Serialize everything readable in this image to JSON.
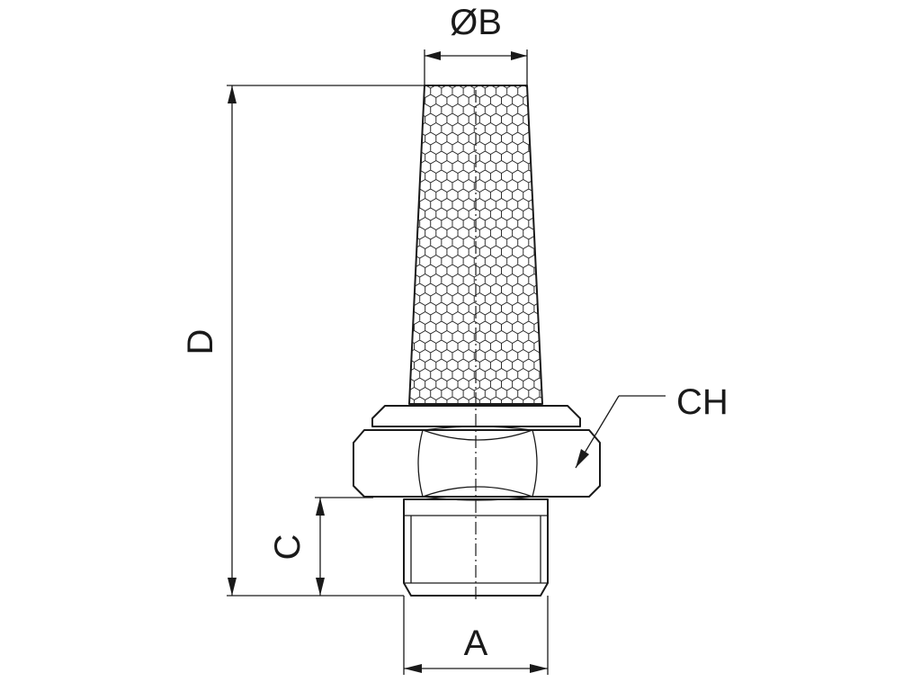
{
  "labels": {
    "diameter": "ØB",
    "length": "D",
    "thread_length": "C",
    "thread": "A",
    "hex": "CH"
  },
  "colors": {
    "line": "#1a1a1a",
    "mesh": "#1a1a1a",
    "background": "#ffffff"
  }
}
